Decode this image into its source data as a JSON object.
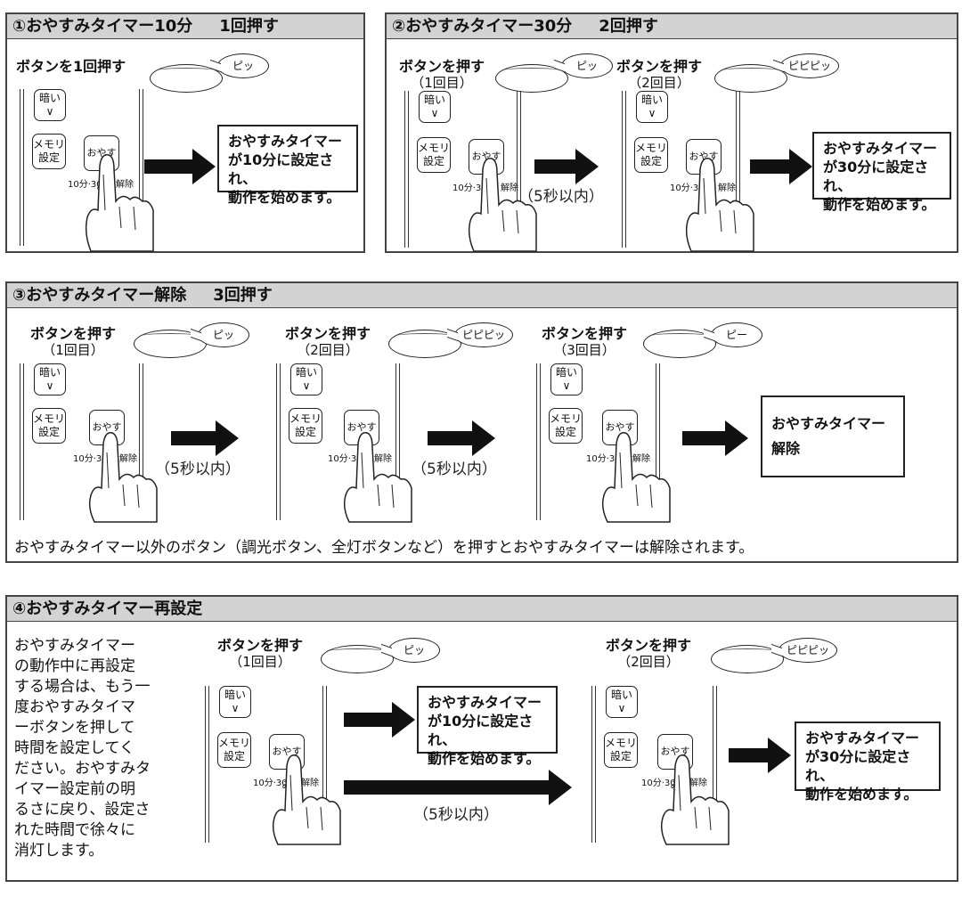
{
  "panel1": {
    "title_a": "①おやすみタイマー10分",
    "title_b": "1回押す",
    "push": {
      "label": "ボタンを1回押す",
      "sound": "ピッ"
    },
    "remote": {
      "dark": "暗い",
      "dark_chev": "∨",
      "memory": "メモリ",
      "memory2": "設定",
      "oyasumi": "おやすみ",
      "timer": "10分·30",
      "cancel": "解除"
    },
    "result": "おやすみタイマー\nが10分に設定され、\n動作を始めます。"
  },
  "panel2": {
    "title_a": "②おやすみタイマー30分",
    "title_b": "2回押す",
    "step1": {
      "label": "ボタンを押す",
      "sub": "（1回目）",
      "sound": "ピッ"
    },
    "step2": {
      "label": "ボタンを押す",
      "sub": "（2回目）",
      "sound": "ピピピッ"
    },
    "within": "（5秒以内）",
    "result": "おやすみタイマー\nが30分に設定され、\n動作を始めます。"
  },
  "panel3": {
    "title_a": "③おやすみタイマー解除",
    "title_b": "3回押す",
    "step1": {
      "label": "ボタンを押す",
      "sub": "（1回目）",
      "sound": "ピッ"
    },
    "step2": {
      "label": "ボタンを押す",
      "sub": "（2回目）",
      "sound": "ピピピッ"
    },
    "step3": {
      "label": "ボタンを押す",
      "sub": "（3回目）",
      "sound": "ピー"
    },
    "within1": "（5秒以内）",
    "within2": "（5秒以内）",
    "result": "おやすみタイマー\n解除",
    "footnote": "おやすみタイマー以外のボタン（調光ボタン、全灯ボタンなど）を押すとおやすみタイマーは解除されます。"
  },
  "panel4": {
    "title": "④おやすみタイマー再設定",
    "description": "おやすみタイマー\nの動作中に再設定\nする場合は、もう一\n度おやすみタイマ\nーボタンを押して\n時間を設定してく\nださい。おやすみタ\nイマー設定前の明\nるさに戻り、設定さ\nれた時間で徐々に\n消灯します。",
    "step1": {
      "label": "ボタンを押す",
      "sub": "（1回目）",
      "sound": "ピッ"
    },
    "step2": {
      "label": "ボタンを押す",
      "sub": "（2回目）",
      "sound": "ピピピッ"
    },
    "result1": "おやすみタイマー\nが10分に設定され、\n動作を始めます。",
    "within": "（5秒以内）",
    "result2": "おやすみタイマー\nが30分に設定され、\n動作を始めます。"
  }
}
